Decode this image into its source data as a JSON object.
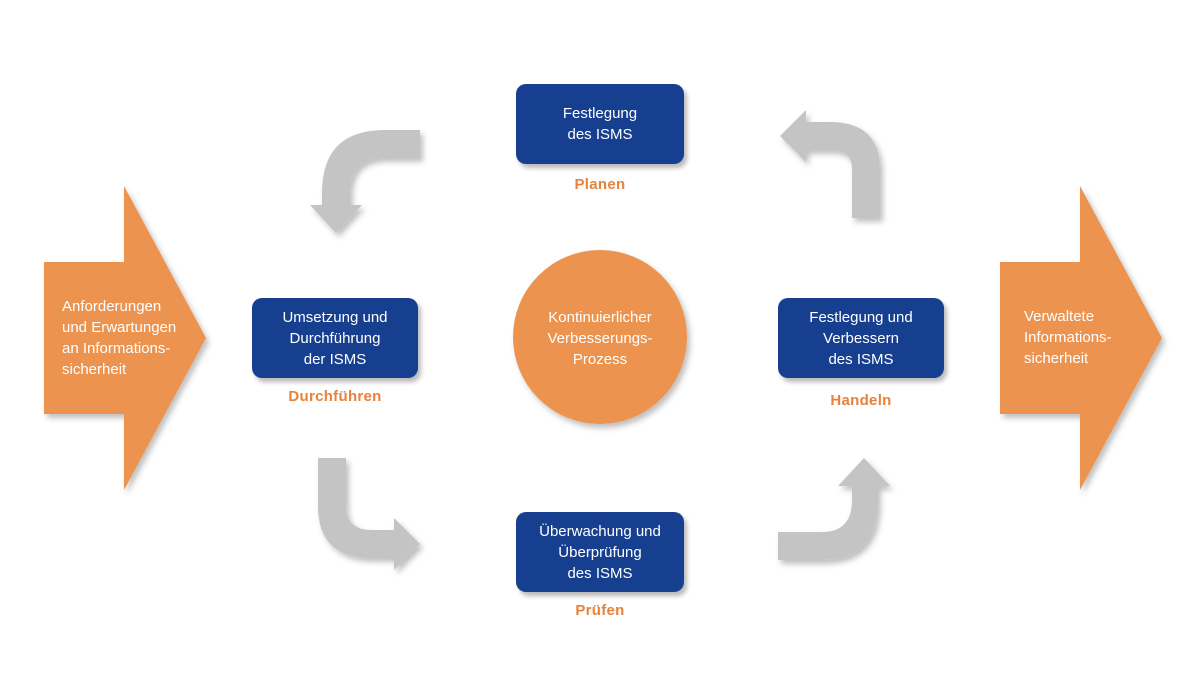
{
  "colors": {
    "blue": "#173f8f",
    "orange": "#e8813a",
    "arrow_orange": "#ec9350",
    "gray_arrow": "#c4c4c4"
  },
  "boxes": {
    "plan": "Festlegung\ndes ISMS",
    "do": "Umsetzung und\nDurchführung\nder ISMS",
    "check": "Überwachung und\nÜberprüfung\ndes ISMS",
    "act": "Festlegung und\nVerbessern\ndes ISMS"
  },
  "stages": {
    "plan": "Planen",
    "do": "Durchführen",
    "check": "Prüfen",
    "act": "Handeln"
  },
  "center": "Kontinuierlicher\nVerbesserungs-\nProzess",
  "input": "Anforderungen\nund Erwartungen\nan Informations-\nsicherheit",
  "output": "Verwaltete\nInformations-\nsicherheit"
}
